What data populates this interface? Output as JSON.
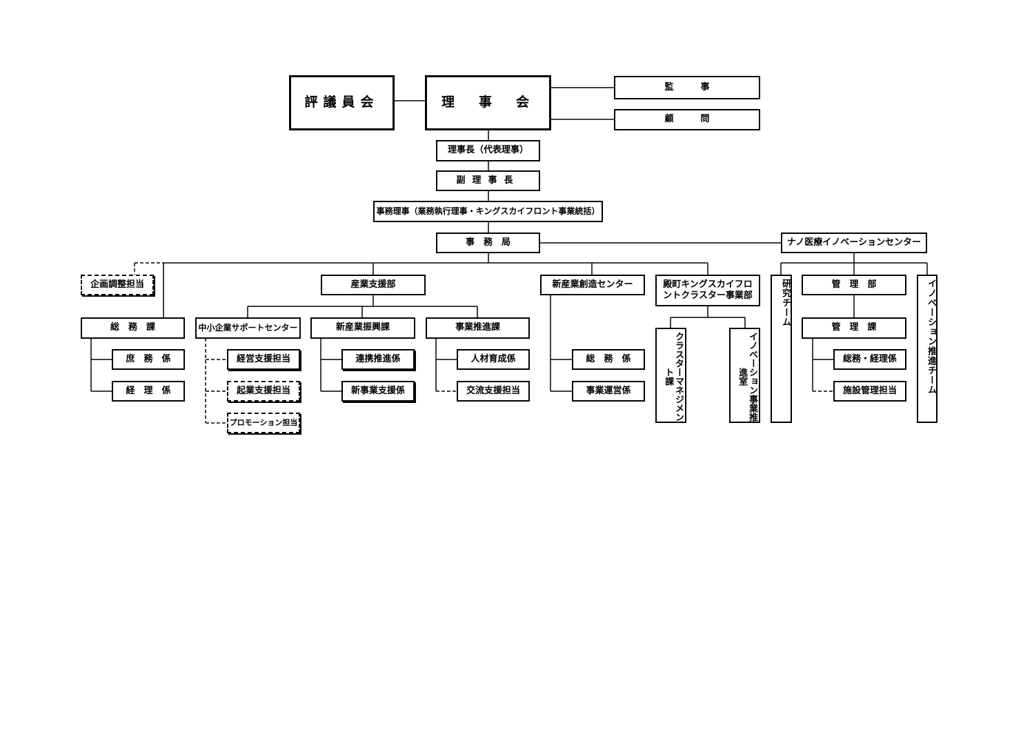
{
  "org": {
    "hyogiinkai": "評議員会",
    "rijikai": "理　事　会",
    "kanji": "監　　　事",
    "komon": "顧　　　問",
    "rijicho": "理事長（代表理事）",
    "fukurijicho": "副理事長",
    "jimuriji": "事務理事（業務執行理事・キングスカイフロント事業統括）",
    "jimukyoku": "事　務　局",
    "nano_center": "ナノ医療イノベーションセンター",
    "kikaku": "企画調整担当",
    "somu_ka": "総　務　課",
    "shomu_gakari": "庶　務　係",
    "keiri_gakari": "経　理　係",
    "sangyo_shien_bu": "産業支援部",
    "chusho_center": "中小企業サポートセンター",
    "keiei_shien": "経営支援担当",
    "kigyo_shien": "起業支援担当",
    "promotion": "プロモーション担当",
    "shinsangyo_shinko_ka": "新産業振興課",
    "renkei_suishin": "連携推進係",
    "shinjigyo_shien": "新事業支援係",
    "jigyo_suishin_ka": "事業推進課",
    "jinzai_ikusei": "人材育成係",
    "koryu_shien": "交流支援担当",
    "shinsangyo_sozo_center": "新産業創造センター",
    "sozo_somu": "総　務　係",
    "jigyo_unei": "事業運営係",
    "tonomachi_bu": "殿町キングスカイフロントクラスター事業部",
    "cluster_manage": "クラスターマネジメント課",
    "innovation_suishin": "イノベーション事業推進室",
    "kenkyu_team": "研究チーム",
    "kanri_bu": "管　理　部",
    "kanri_ka": "管　理　課",
    "somu_keiri": "総務・経理係",
    "shisetsu_kanri": "施設管理担当",
    "innovation_team": "イノベーション推進チーム"
  }
}
